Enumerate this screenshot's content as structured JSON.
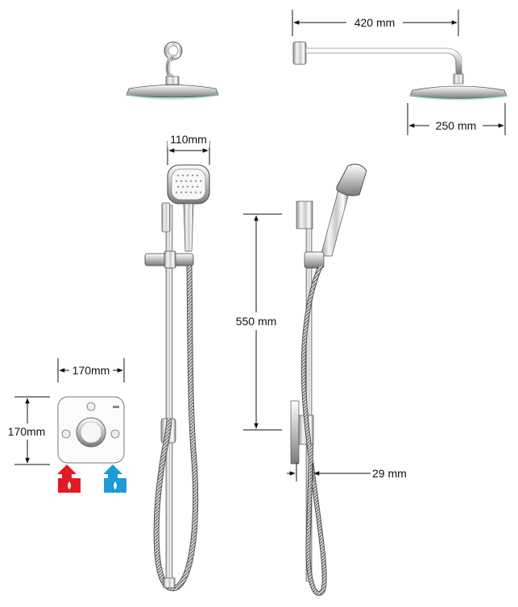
{
  "dimensions": {
    "arm_length": "420 mm",
    "head_diameter": "250 mm",
    "handset_width": "110mm",
    "rail_height": "550 mm",
    "control_width": "170mm",
    "control_height": "170mm",
    "rail_depth": "29 mm"
  },
  "colors": {
    "hot": "#e11b22",
    "cold": "#1e9ad6",
    "chrome_light": "#f4f4f4",
    "chrome_dark": "#8a8a8a",
    "line": "#111111"
  },
  "icons": {
    "hot": "hot-water-arrow-icon",
    "cold": "cold-water-arrow-icon"
  }
}
